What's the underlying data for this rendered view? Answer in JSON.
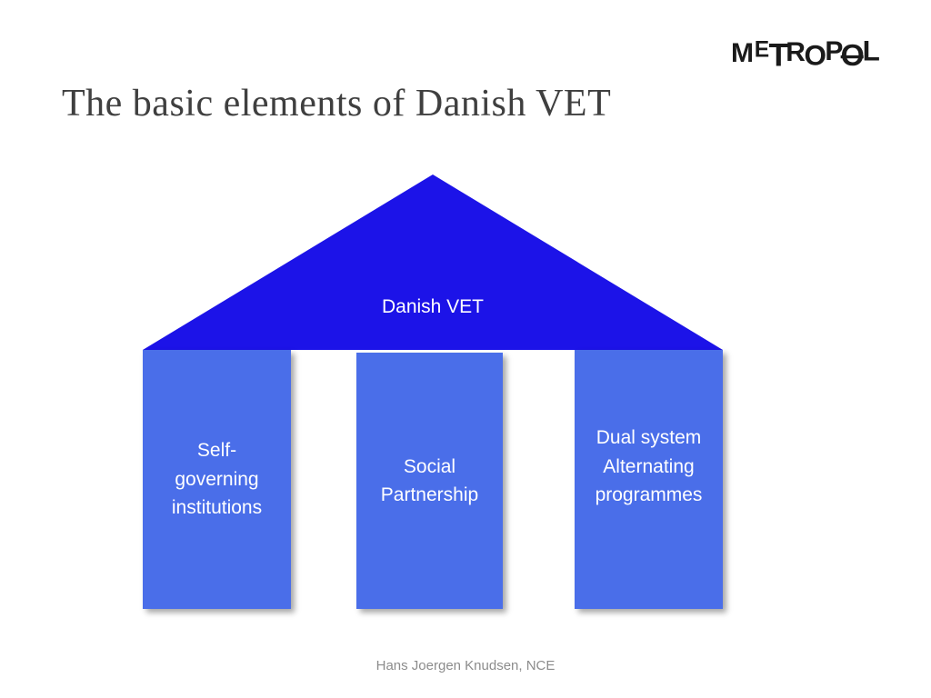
{
  "slide": {
    "title": "The basic elements of Danish VET",
    "footer": "Hans Joergen Knudsen, NCE",
    "logo": "METROPOL"
  },
  "diagram": {
    "roof_label": "Danish VET",
    "pillars": [
      {
        "label": "Self-\ngoverning\ninstitutions"
      },
      {
        "label": "Social\nPartnership"
      },
      {
        "label": "Dual system\nAlternating\nprogrammes"
      }
    ]
  },
  "colors": {
    "roof": "#1c13e8",
    "pillar": "#4a6ee9",
    "title-color": "#3f3f3f",
    "footer-color": "#8c8c8c",
    "logo-color": "#1a1a1a"
  }
}
